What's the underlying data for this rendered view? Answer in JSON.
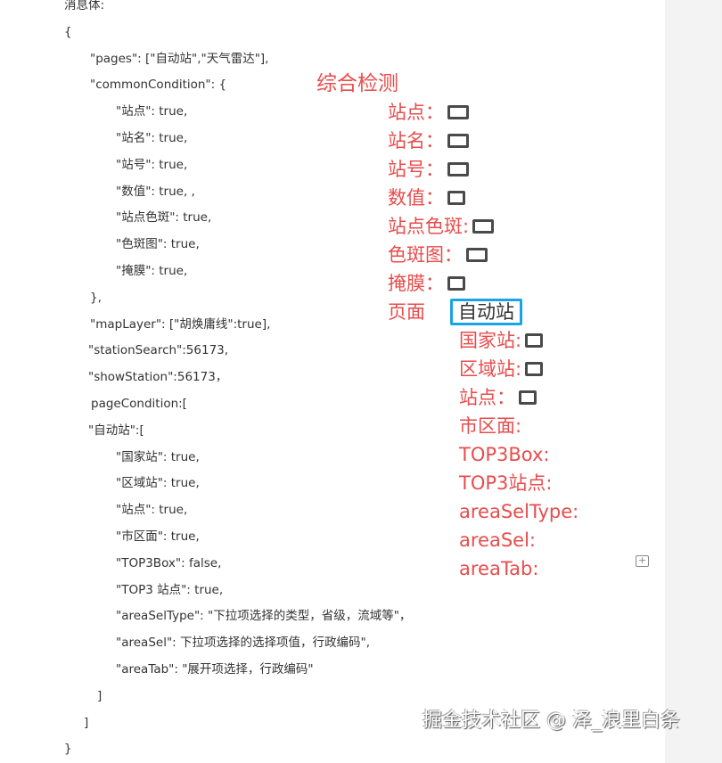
{
  "code_lines": [
    "消息体:",
    "{",
    "\"pages\": [\"自动站\",\"天气雷达\"],",
    "\"commonCondition\": {",
    "\"站点\": true,",
    "\"站名\": true,",
    "\"站号\": true,",
    "\"数值\": true, ,",
    "\"站点色斑\": true,",
    "\"色斑图\": true,",
    "\"掩膜\": true,",
    "},",
    "\"mapLayer\": [\"胡焕庸线\":true],",
    "\"stationSearch\":56173,",
    "\"showStation\":56173，",
    "pageCondition:[",
    "\"自动站\":[",
    "\"国家站\": true,",
    "\"区域站\": true,",
    "\"站点\": true,",
    "\"市区面\": true,",
    "\"TOP3Box\": false,",
    "\"TOP3 站点\": true,",
    "\"areaSelType\": \"下拉项选择的类型，省级，流域等\"，",
    "\"areaSel\":  下拉项选择的选择项值，行政编码\",",
    "\"areaTab\": \"展开项选择，行政编码\"",
    "]",
    "]",
    "}"
  ],
  "annotation": {
    "title": "综合检测",
    "common": [
      "站点：",
      "站名：",
      "站号：",
      "数值：",
      "站点色斑:",
      "色斑图：",
      "掩膜："
    ],
    "page_label": "页面",
    "page_select": "自动站",
    "page_items": [
      "国家站:",
      "区域站:",
      "站点：",
      "市区面:",
      "TOP3Box:",
      "TOP3站点:",
      "areaSelType:",
      "areaSel:",
      "areaTab:"
    ],
    "color": "#e84c4c"
  },
  "watermark": "掘金技术社区 @ 泽_浪里白条",
  "comment_icon": "add-comment-icon"
}
